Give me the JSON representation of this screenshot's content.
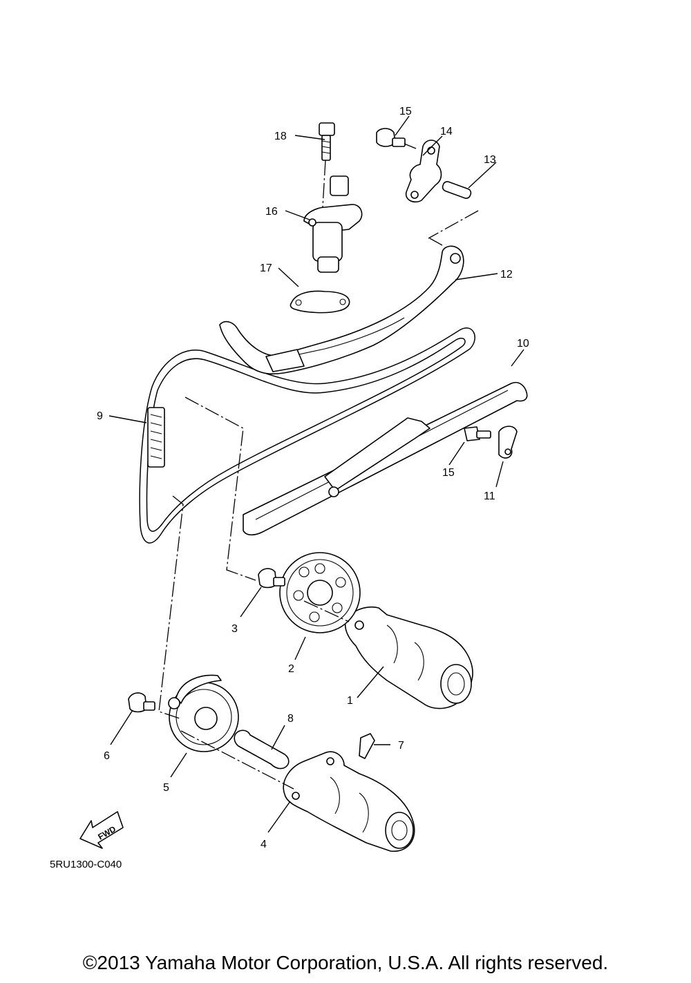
{
  "callouts": {
    "c1": "1",
    "c2": "2",
    "c3": "3",
    "c4": "4",
    "c5": "5",
    "c6": "6",
    "c7": "7",
    "c8": "8",
    "c9": "9",
    "c10": "10",
    "c11": "11",
    "c12": "12",
    "c13": "13",
    "c14": "14",
    "c15a": "15",
    "c15b": "15",
    "c16": "16",
    "c17": "17",
    "c18": "18"
  },
  "fwd_label": "FWD",
  "diagram_code": "5RU1300-C040",
  "copyright": "©2013 Yamaha Motor Corporation, U.S.A. All rights reserved."
}
